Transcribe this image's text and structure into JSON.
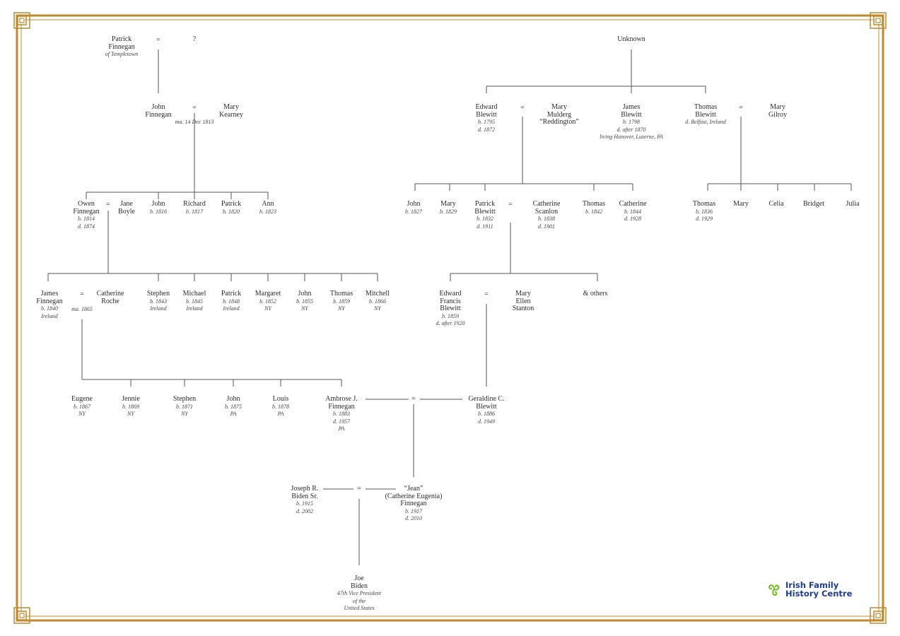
{
  "colors": {
    "border": "#c08a2e",
    "line": "#555555",
    "logo_blue": "#1f3b8e",
    "logo_green": "#7bbf2a"
  },
  "marriage_symbol": "=",
  "logo": {
    "line1": "Irish Family",
    "line2": "History Centre",
    "icon": "triskele-icon"
  },
  "people": [
    {
      "id": "patrick-finnegan-sr",
      "name": [
        "Patrick",
        "Finnegan"
      ],
      "notes": [
        "of Templetown"
      ]
    },
    {
      "id": "patrick-spouse-unknown",
      "name": [
        "?"
      ],
      "notes": []
    },
    {
      "id": "john-finnegan",
      "name": [
        "John",
        "Finnegan"
      ],
      "notes": []
    },
    {
      "id": "mary-kearney",
      "name": [
        "Mary",
        "Kearney"
      ],
      "notes": []
    },
    {
      "id": "owen-finnegan",
      "name": [
        "Owen",
        "Finnegan"
      ],
      "notes": [
        "b. 1814",
        "d. 1874"
      ]
    },
    {
      "id": "jane-boyle",
      "name": [
        "Jane",
        "Boyle"
      ],
      "notes": []
    },
    {
      "id": "john-1816",
      "name": [
        "John"
      ],
      "notes": [
        "b. 1816"
      ]
    },
    {
      "id": "richard-1817",
      "name": [
        "Richard"
      ],
      "notes": [
        "b. 1817"
      ]
    },
    {
      "id": "patrick-1820",
      "name": [
        "Patrick"
      ],
      "notes": [
        "b. 1820"
      ]
    },
    {
      "id": "ann-1823",
      "name": [
        "Ann"
      ],
      "notes": [
        "b. 1823"
      ]
    },
    {
      "id": "james-finnegan",
      "name": [
        "James",
        "Finnegan"
      ],
      "notes": [
        "b. 1840",
        "Ireland"
      ]
    },
    {
      "id": "catherine-roche",
      "name": [
        "Catherine",
        "Roche"
      ],
      "notes": []
    },
    {
      "id": "stephen-1843",
      "name": [
        "Stephen"
      ],
      "notes": [
        "b. 1843",
        "Ireland"
      ]
    },
    {
      "id": "michael-1845",
      "name": [
        "Michael"
      ],
      "notes": [
        "b. 1845",
        "Ireland"
      ]
    },
    {
      "id": "patrick-1848",
      "name": [
        "Patrick"
      ],
      "notes": [
        "b. 1848",
        "Ireland"
      ]
    },
    {
      "id": "margaret-1852",
      "name": [
        "Margaret"
      ],
      "notes": [
        "b. 1852",
        "NY"
      ]
    },
    {
      "id": "john-1855",
      "name": [
        "John"
      ],
      "notes": [
        "b. 1855",
        "NY"
      ]
    },
    {
      "id": "thomas-1859",
      "name": [
        "Thomas"
      ],
      "notes": [
        "b. 1859",
        "NY"
      ]
    },
    {
      "id": "mitchell-1866",
      "name": [
        "Mitchell"
      ],
      "notes": [
        "b. 1866",
        "NY"
      ]
    },
    {
      "id": "eugene-1867",
      "name": [
        "Eugene"
      ],
      "notes": [
        "b. 1867",
        "NY"
      ]
    },
    {
      "id": "jennie-1869",
      "name": [
        "Jennie"
      ],
      "notes": [
        "b. 1869",
        "NY"
      ]
    },
    {
      "id": "stephen-1871",
      "name": [
        "Stephen"
      ],
      "notes": [
        "b. 1871",
        "NY"
      ]
    },
    {
      "id": "john-1875",
      "name": [
        "John"
      ],
      "notes": [
        "b. 1875",
        "PA"
      ]
    },
    {
      "id": "louis-1878",
      "name": [
        "Louis"
      ],
      "notes": [
        "b. 1878",
        "PA"
      ]
    },
    {
      "id": "ambrose-finnegan",
      "name": [
        "Ambrose J.",
        "Finnegan"
      ],
      "notes": [
        "b. 1883",
        "d. 1957",
        "PA"
      ]
    },
    {
      "id": "geraldine-blewitt",
      "name": [
        "Geraldine C.",
        "Blewitt"
      ],
      "notes": [
        "b. 1886",
        "d. 1949"
      ]
    },
    {
      "id": "joseph-biden-sr",
      "name": [
        "Joseph R.",
        "Biden Sr."
      ],
      "notes": [
        "b. 1915",
        "d. 2002"
      ]
    },
    {
      "id": "jean-finnegan",
      "name": [
        "“Jean”",
        "(Catherine Eugenia)",
        "Finnegan"
      ],
      "notes": [
        "b. 1917",
        "d. 2010"
      ]
    },
    {
      "id": "joe-biden",
      "name": [
        "Joe",
        "Biden"
      ],
      "notes": [
        "47th Vice President",
        "of  the",
        "United States"
      ]
    },
    {
      "id": "unknown-ancestor",
      "name": [
        "Unknown"
      ],
      "notes": []
    },
    {
      "id": "edward-blewitt",
      "name": [
        "Edward",
        "Blewitt"
      ],
      "notes": [
        "b. 1795",
        "d. 1872"
      ]
    },
    {
      "id": "mary-mulderg",
      "name": [
        "Mary",
        "Mulderg",
        "“Reddington”"
      ],
      "notes": []
    },
    {
      "id": "james-blewitt",
      "name": [
        "James",
        "Blewitt"
      ],
      "notes": [
        "b. 1798",
        "d. after 1870",
        "living Hanover, Luzerne, PA"
      ]
    },
    {
      "id": "thomas-blewitt",
      "name": [
        "Thomas",
        "Blewitt"
      ],
      "notes": [
        "d. Belfast, Ireland"
      ]
    },
    {
      "id": "mary-gilroy",
      "name": [
        "Mary",
        "Gilroy"
      ],
      "notes": []
    },
    {
      "id": "john-1827",
      "name": [
        "John"
      ],
      "notes": [
        "b. 1827"
      ]
    },
    {
      "id": "mary-1829",
      "name": [
        "Mary"
      ],
      "notes": [
        "b. 1829"
      ]
    },
    {
      "id": "patrick-blewitt",
      "name": [
        "Patrick",
        "Blewitt"
      ],
      "notes": [
        "b. 1832",
        "d. 1911"
      ]
    },
    {
      "id": "catherine-scanlon",
      "name": [
        "Catherine",
        "Scanlon"
      ],
      "notes": [
        "b. 1838",
        "d. 1901"
      ]
    },
    {
      "id": "thomas-1842",
      "name": [
        "Thomas"
      ],
      "notes": [
        "b. 1842"
      ]
    },
    {
      "id": "catherine-1844",
      "name": [
        "Catherine"
      ],
      "notes": [
        "b. 1844",
        "d. 1928"
      ]
    },
    {
      "id": "thomas-1836",
      "name": [
        "Thomas"
      ],
      "notes": [
        "b. 1836",
        "d. 1929"
      ]
    },
    {
      "id": "mary-gilroy-child",
      "name": [
        "Mary"
      ],
      "notes": []
    },
    {
      "id": "celia",
      "name": [
        "Celia"
      ],
      "notes": []
    },
    {
      "id": "bridget",
      "name": [
        "Bridget"
      ],
      "notes": []
    },
    {
      "id": "julia",
      "name": [
        "Julia"
      ],
      "notes": []
    },
    {
      "id": "edward-francis-blewitt",
      "name": [
        "Edward",
        "Francis",
        "Blewitt"
      ],
      "notes": [
        "b. 1859",
        "d. after 1920"
      ]
    },
    {
      "id": "mary-ellen-stanton",
      "name": [
        "Mary",
        "Ellen",
        "Stanton"
      ],
      "notes": []
    },
    {
      "id": "others",
      "name": [
        "& others"
      ],
      "notes": []
    }
  ],
  "marriage_notes": [
    {
      "id": "john-mary-marriage",
      "text": "ma. 14 Dec 1813"
    },
    {
      "id": "james-catherine-marriage",
      "text": "ma. 1865"
    }
  ]
}
